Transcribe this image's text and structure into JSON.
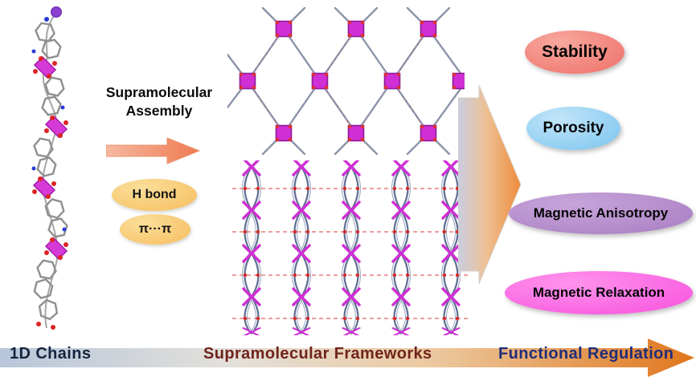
{
  "assembly": {
    "line1": "Supramolecular",
    "line2": "Assembly",
    "h_bond": "H bond",
    "pi_pi": "π···π"
  },
  "outcomes": [
    {
      "label": "Stability",
      "color": "#ee6f68"
    },
    {
      "label": "Porosity",
      "color": "#79c3ee"
    },
    {
      "label": "Magnetic Anisotropy",
      "color": "#a87cc2"
    },
    {
      "label": "Magnetic Relaxation",
      "color": "#f750dd"
    }
  ],
  "banner": {
    "left": "1D Chains",
    "middle": "Supramolecular Frameworks",
    "right": "Functional Regulation"
  },
  "icons": {
    "chain_structure": "1d-chain-structure-image",
    "network_structure": "supramolecular-network-structure-image",
    "packing_structure": "supramolecular-packing-structure-image",
    "assembly_arrow": "right-arrow-icon",
    "function_arrow": "large-right-arrow-icon",
    "banner_arrow": "gradient-right-arrow"
  },
  "colors": {
    "metal_node": "#cf2fd4",
    "banner_gradient_start": "#b7c6da",
    "banner_gradient_end": "#e0761c"
  }
}
